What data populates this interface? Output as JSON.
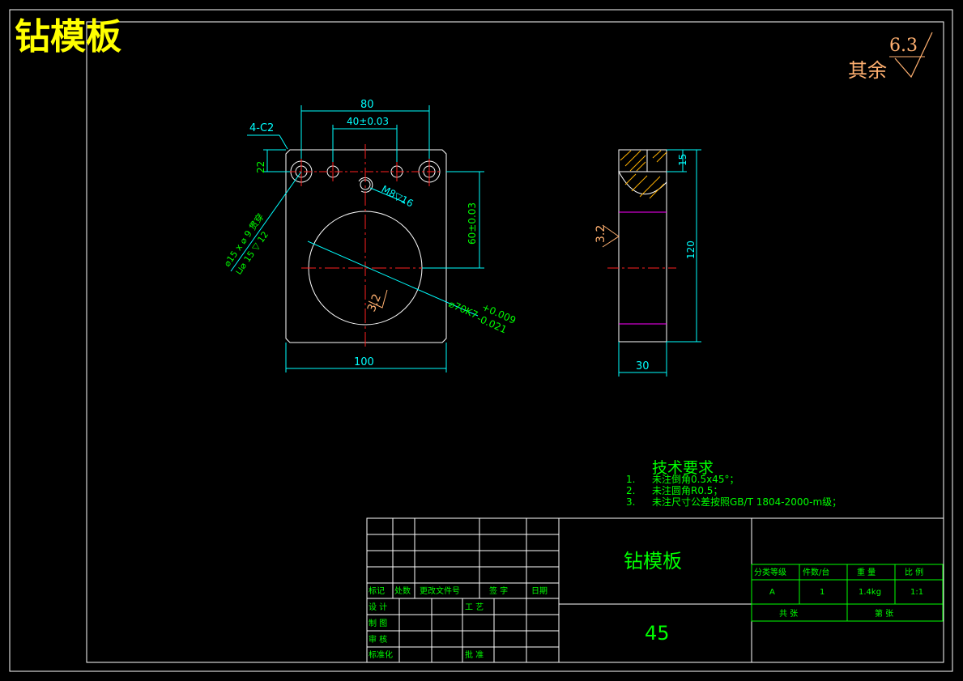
{
  "title": "钻模板",
  "roughness": {
    "default_label": "其余",
    "default_value": "6.3",
    "bore_value": "3.2",
    "side_value": "3.2"
  },
  "front_view": {
    "dim_width_80": "80",
    "dim_40": "40±0.03",
    "dim_chamfer": "4-C2",
    "dim_22": "22",
    "dim_thread": "M8▽16",
    "dim_counterbore": "⌀15 x ⌀ 9 贯穿",
    "dim_counterbore2": "⊔⌀ 15 ▽ 12",
    "dim_60": "60±0.03",
    "dim_bore": "⌀70K7",
    "dim_bore_tol_upper": "+0.009",
    "dim_bore_tol_lower": "-0.021",
    "dim_width_100": "100"
  },
  "side_view": {
    "dim_15": "15",
    "dim_120": "120",
    "dim_30": "30"
  },
  "tech_req": {
    "heading": "技术要求",
    "items": [
      {
        "num": "1.",
        "text": "未注倒角0.5x45°；"
      },
      {
        "num": "2.",
        "text": "未注圆角R0.5；"
      },
      {
        "num": "3.",
        "text": "未注尺寸公差按照GB/T 1804-2000-m级；"
      }
    ]
  },
  "title_block": {
    "part_name": "钻模板",
    "material": "45",
    "rev_headers": [
      "标记",
      "处数",
      "更改文件号",
      "签 字",
      "日期"
    ],
    "roles": [
      "设 计",
      "制 图",
      "审 核",
      "标准化"
    ],
    "role_right": [
      "工 艺",
      "批 准"
    ],
    "info_headers": [
      "分类等级",
      "件数/台",
      "重 量",
      "比 例"
    ],
    "info_values": [
      "A",
      "1",
      "1.4kg",
      "1:1"
    ],
    "sheet_total": "共  张",
    "sheet_num": "第  张"
  }
}
